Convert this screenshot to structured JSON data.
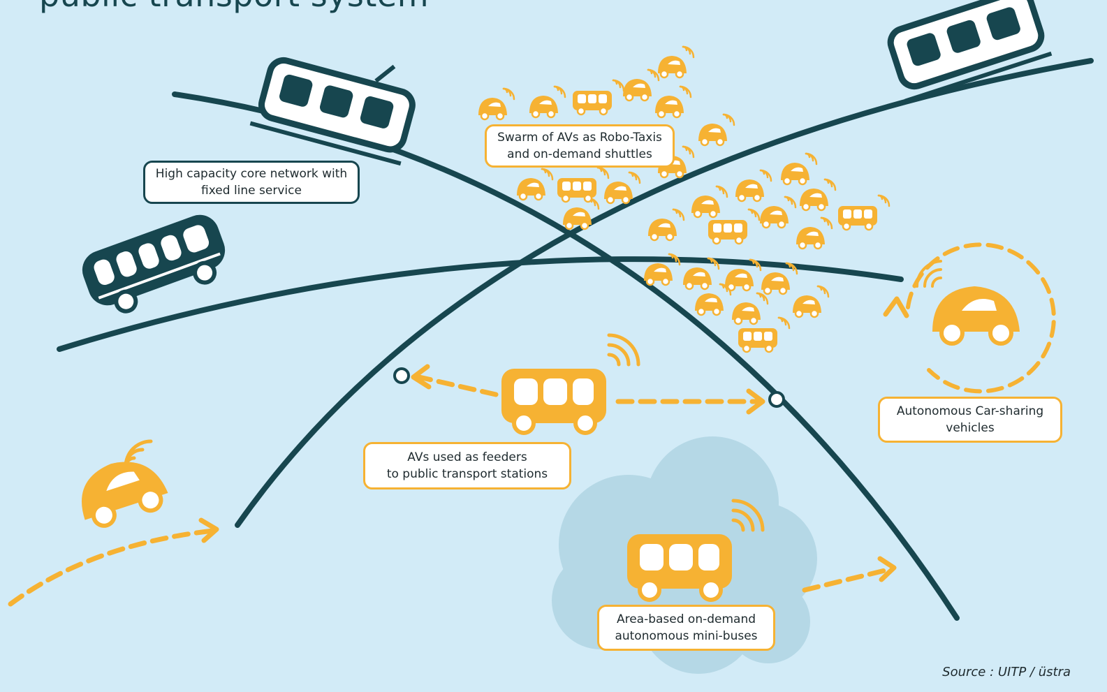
{
  "title": "public transport system",
  "labels": {
    "core_network": [
      "High capacity core network with",
      "fixed line service"
    ],
    "swarm": [
      "Swarm of AVs as Robo-Taxis",
      "and on-demand shuttles"
    ],
    "feeders": [
      "AVs used as feeders",
      "to public transport stations"
    ],
    "car_sharing": [
      "Autonomous Car-sharing",
      "vehicles"
    ],
    "mini_buses": [
      "Area-based on-demand",
      "autonomous mini-buses"
    ]
  },
  "source": "Source : UITP / üstra",
  "colors": {
    "background": "#d2ebf7",
    "network_line": "#17464f",
    "autonomous_vehicle": "#f6b233",
    "cloud": "#b5d8e6"
  },
  "icons": [
    "tram-icon",
    "bus-icon",
    "robo-taxi-icon",
    "shuttle-icon",
    "signal-icon",
    "station-icon",
    "arrow-icon",
    "cloud-icon"
  ]
}
